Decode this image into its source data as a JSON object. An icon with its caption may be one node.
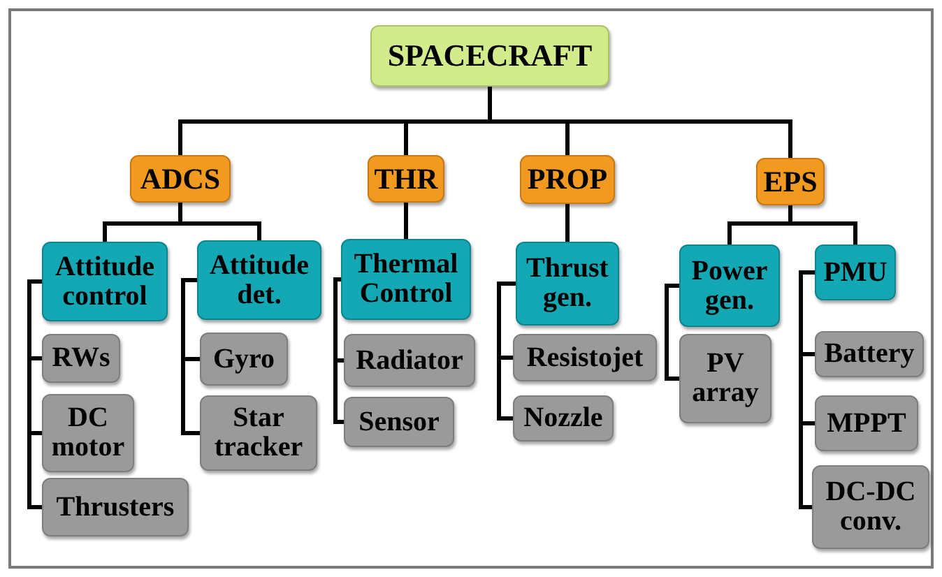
{
  "diagram": {
    "nodes": [
      {
        "text": [
          "SPACECRAFT"
        ]
      },
      {
        "text": [
          "ADCS"
        ]
      },
      {
        "text": [
          "THR"
        ]
      },
      {
        "text": [
          "PROP"
        ]
      },
      {
        "text": [
          "EPS"
        ]
      },
      {
        "text": [
          "Attitude control"
        ]
      },
      {
        "text": [
          "Attitude det."
        ]
      },
      {
        "text": [
          "Thermal Control"
        ]
      },
      {
        "text": [
          "Thrust gen."
        ]
      },
      {
        "text": [
          "Power gen."
        ]
      },
      {
        "text": [
          "PMU"
        ]
      },
      {
        "text": [
          "RWs"
        ]
      },
      {
        "text": [
          "DC motor"
        ]
      },
      {
        "text": [
          "Thrusters"
        ]
      },
      {
        "text": [
          "Gyro"
        ]
      },
      {
        "text": [
          "Star tracker"
        ]
      },
      {
        "text": [
          "Radiator"
        ]
      },
      {
        "text": [
          "Sensor"
        ]
      },
      {
        "text": [
          "Resistojet"
        ]
      },
      {
        "text": [
          "Nozzle"
        ]
      },
      {
        "text": [
          "PV array"
        ]
      },
      {
        "text": [
          "Battery"
        ]
      },
      {
        "text": [
          "MPPT"
        ]
      },
      {
        "text": [
          "DC-DC conv."
        ]
      }
    ],
    "edges": [
      {
        "from": 0,
        "to": 1,
        "arrow": "none"
      },
      {
        "from": 0,
        "to": 2,
        "arrow": "none"
      },
      {
        "from": 0,
        "to": 3,
        "arrow": "none"
      },
      {
        "from": 0,
        "to": 4,
        "arrow": "none"
      },
      {
        "from": 1,
        "to": 5,
        "arrow": "none"
      },
      {
        "from": 1,
        "to": 6,
        "arrow": "none"
      },
      {
        "from": 2,
        "to": 7,
        "arrow": "none"
      },
      {
        "from": 3,
        "to": 8,
        "arrow": "none"
      },
      {
        "from": 4,
        "to": 9,
        "arrow": "none"
      },
      {
        "from": 4,
        "to": 10,
        "arrow": "none"
      },
      {
        "from": 5,
        "to": 11,
        "arrow": "none"
      },
      {
        "from": 5,
        "to": 12,
        "arrow": "none"
      },
      {
        "from": 5,
        "to": 13,
        "arrow": "none"
      },
      {
        "from": 6,
        "to": 14,
        "arrow": "none"
      },
      {
        "from": 6,
        "to": 15,
        "arrow": "none"
      },
      {
        "from": 7,
        "to": 16,
        "arrow": "none"
      },
      {
        "from": 7,
        "to": 17,
        "arrow": "none"
      },
      {
        "from": 8,
        "to": 18,
        "arrow": "none"
      },
      {
        "from": 8,
        "to": 19,
        "arrow": "none"
      },
      {
        "from": 9,
        "to": 20,
        "arrow": "none"
      },
      {
        "from": 10,
        "to": 21,
        "arrow": "none"
      },
      {
        "from": 10,
        "to": 22,
        "arrow": "none"
      },
      {
        "from": 10,
        "to": 23,
        "arrow": "none"
      }
    ]
  }
}
